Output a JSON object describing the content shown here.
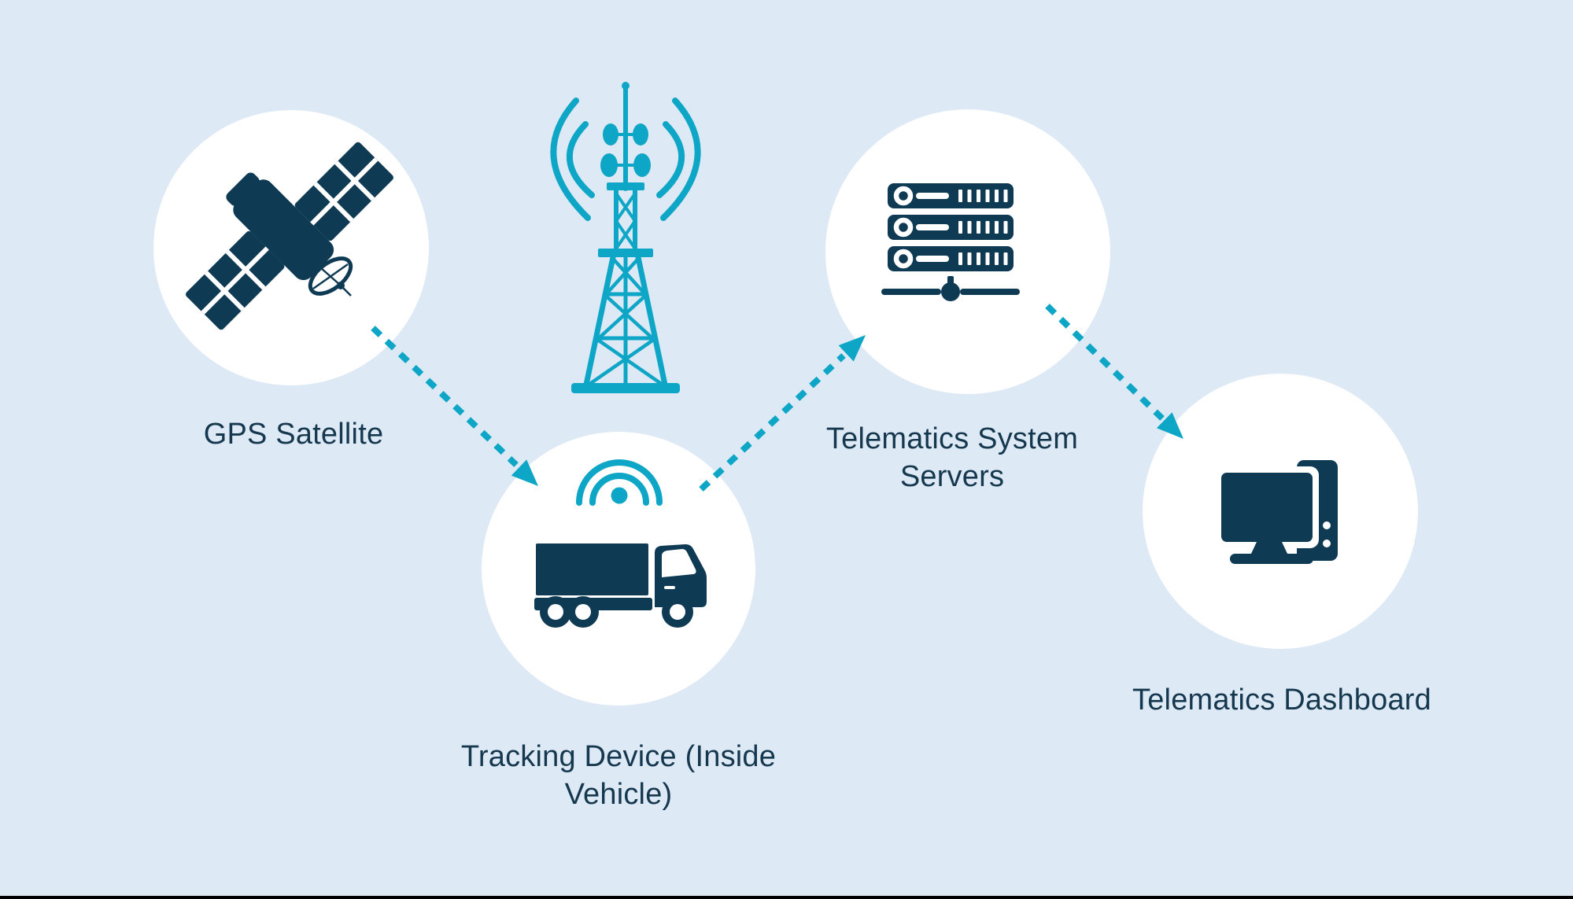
{
  "colors": {
    "background": "#dde9f5",
    "node_circle": "#ffffff",
    "icon_navy": "#0e3a54",
    "accent_teal": "#0ea6c6",
    "label_text": "#15384f",
    "bottom_edge": "#000000"
  },
  "nodes": [
    {
      "id": "gps-satellite",
      "icon": "satellite-icon",
      "label_lines": [
        "GPS Satellite"
      ]
    },
    {
      "id": "cell-tower",
      "icon": "cell-tower-icon",
      "label_lines": []
    },
    {
      "id": "tracking-device",
      "icon": "truck-icon",
      "label_lines": [
        "Tracking Device (Inside",
        "Vehicle)"
      ]
    },
    {
      "id": "telematics-servers",
      "icon": "server-rack-icon",
      "label_lines": [
        "Telematics System",
        "Servers"
      ]
    },
    {
      "id": "telematics-dashboard",
      "icon": "desktop-computer-icon",
      "label_lines": [
        "Telematics Dashboard"
      ]
    }
  ],
  "connections": [
    {
      "from": "gps-satellite",
      "to": "tracking-device",
      "style": "dashed-arrow"
    },
    {
      "from": "tracking-device",
      "to": "telematics-servers",
      "style": "dashed-arrow"
    },
    {
      "from": "telematics-servers",
      "to": "telematics-dashboard",
      "style": "dashed-arrow"
    }
  ]
}
